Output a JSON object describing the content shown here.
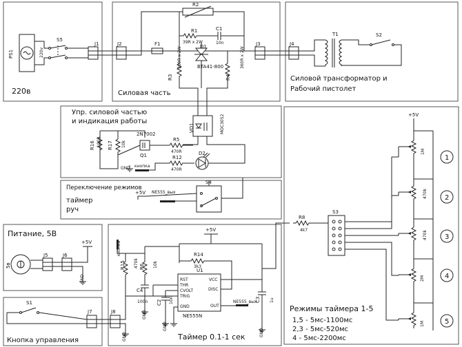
{
  "blocks": {
    "mains": {
      "title": "220в"
    },
    "power": {
      "title": "Силовая часть"
    },
    "transformer": {
      "title_line1": "Силовой трансформатор и",
      "title_line2": "Рабочий пистолет"
    },
    "control": {
      "title_line1": "Упр. силовой частью",
      "title_line2": "и индикация работы"
    },
    "mode_switch": {
      "title": "Переключение режимов",
      "opt1": "таймер",
      "opt2": "руч"
    },
    "supply": {
      "title": "Питание, 5В"
    },
    "button": {
      "title": "Кнопка управления"
    },
    "timer": {
      "title": "Таймер 0.1-1 сек"
    },
    "modes": {
      "title": "Режимы таймера 1-5",
      "line1": "1,5  -  5мс-1100мс",
      "line2": "2,3  -  5мс-520мс",
      "line3": "4  -  5мс-2200мс"
    }
  },
  "components": {
    "ps1": "PS1",
    "ps1_val": "220v",
    "s5": "S5",
    "j1": "J1",
    "j2": "J2",
    "f1": "F1",
    "j3": "J3",
    "j4": "J4",
    "r2": "R2",
    "r1": "R1",
    "r1_val": "39R x 2W",
    "c1": "C1",
    "c1_val": "10n",
    "d1": "D1",
    "d1_val": "BTA41-800",
    "r3": "R3",
    "r3_val": "360R x 2W",
    "r4": "R4",
    "r4_val": "360R x 2W",
    "t1": "T1",
    "s2": "S2",
    "vo1": "VO1",
    "vo1_val": "MOC3052",
    "q1": "Q1",
    "q1_val": "2N7002",
    "r16": "R16",
    "r16_val": "100R",
    "r17": "R17",
    "r17_val": "10k",
    "r5": "R5",
    "r5_val": "470R",
    "r12": "R12",
    "r12_val": "470R",
    "d2": "D2",
    "gnd": "GND",
    "knopka": "кнопка",
    "plus5": "+5V",
    "ne555_out": "NE555_вых",
    "s4": "S4",
    "r8": "R8",
    "r8_val": "4k7",
    "s3": "S3",
    "vr_vals": [
      "1M",
      "470k",
      "470k",
      "2M",
      "1M"
    ],
    "mode_numbers": [
      "1",
      "2",
      "3",
      "4",
      "5"
    ],
    "j5": "J5",
    "j6": "J6",
    "jack": "5в",
    "s1": "S1",
    "j7": "J7",
    "j8": "J8",
    "r14": "R14",
    "r14_val": "3k3",
    "u1": "U1",
    "r15": "R15",
    "r15_val": "470k",
    "r6": "R6",
    "r6_val": "10k",
    "c4": "C4",
    "c4_val": "100n",
    "c2": "C2",
    "c2_val": "10n",
    "c3": "C3",
    "c3_val": "1u",
    "ne555": "NE555N",
    "pins_left": [
      "RST",
      "THR",
      "CVOLT",
      "TRIG",
      "GND"
    ],
    "pins_right": [
      "VCC",
      "DISC",
      "OUT"
    ],
    "knopka_vert": "кнопка"
  }
}
